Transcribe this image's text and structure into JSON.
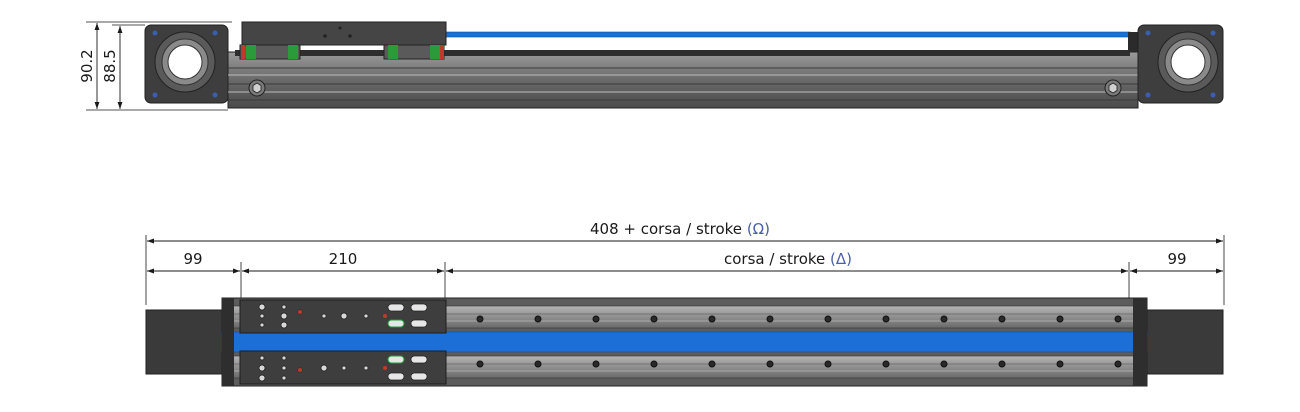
{
  "side_view": {
    "dim_height_outer": "90.2",
    "dim_height_inner": "88.5"
  },
  "top_view": {
    "dim_total": "408 + corsa / stroke",
    "dim_total_symbol": "(Ω)",
    "dim_left_end": "99",
    "dim_carriage": "210",
    "dim_stroke": "corsa / stroke",
    "dim_stroke_symbol": "(Δ)",
    "dim_right_end": "99"
  },
  "colors": {
    "belt_blue": "#1b6fd6",
    "body_dark": "#3c3c3c",
    "body_mid": "#6e6e6e",
    "body_light": "#a8a8a8",
    "rail_green": "#2a9a3a",
    "bearing_red": "#c0392b"
  }
}
